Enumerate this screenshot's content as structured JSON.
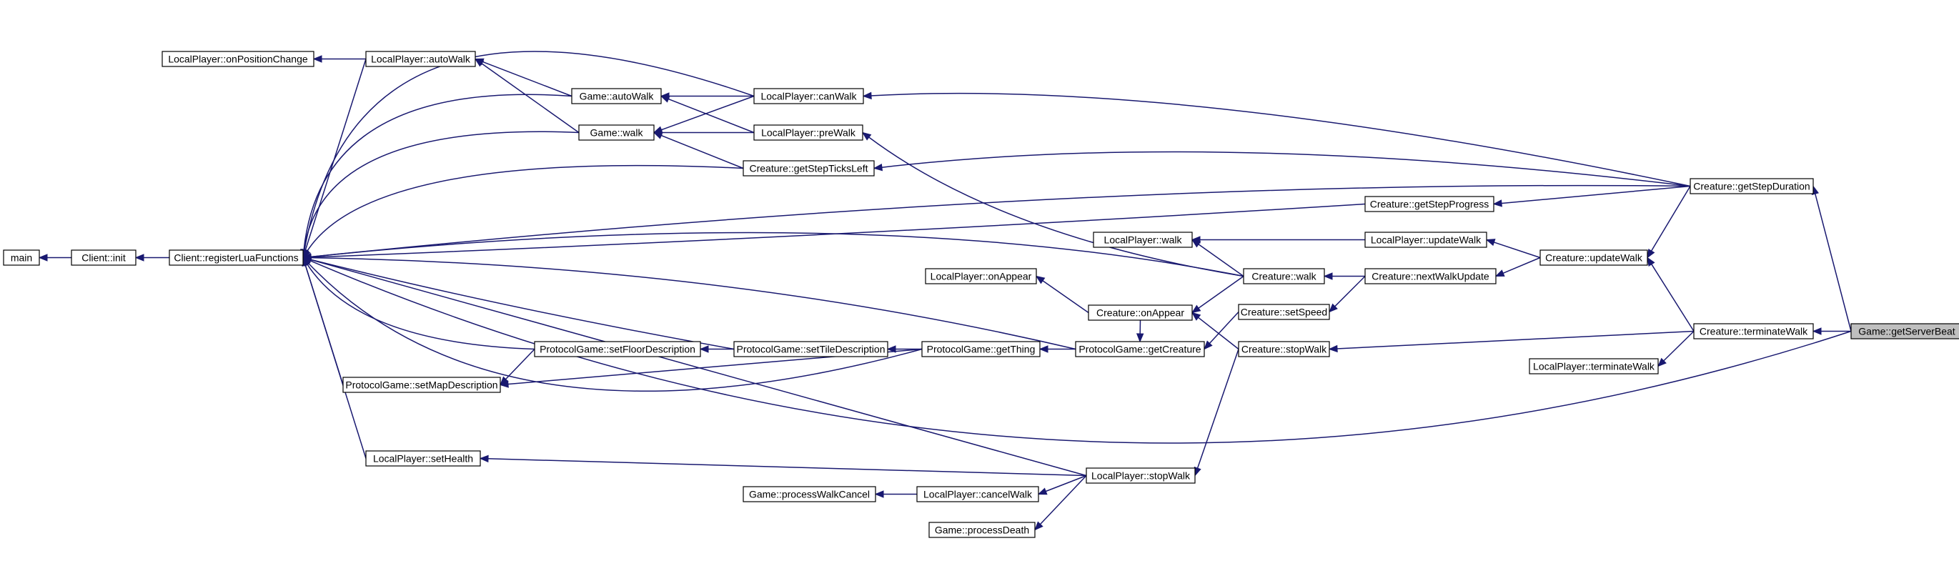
{
  "nodes": {
    "main": "main",
    "client_init": "Client::init",
    "register_lua": "Client::registerLuaFunctions",
    "on_position_change": "LocalPlayer::onPositionChange",
    "lp_auto_walk": "LocalPlayer::autoWalk",
    "game_auto_walk": "Game::autoWalk",
    "game_walk": "Game::walk",
    "lp_can_walk": "LocalPlayer::canWalk",
    "lp_pre_walk": "LocalPlayer::preWalk",
    "get_step_ticks_left": "Creature::getStepTicksLeft",
    "get_step_progress": "Creature::getStepProgress",
    "get_step_duration": "Creature::getStepDuration",
    "lp_walk": "LocalPlayer::walk",
    "lp_update_walk": "LocalPlayer::updateWalk",
    "update_walk": "Creature::updateWalk",
    "lp_on_appear": "LocalPlayer::onAppear",
    "creature_walk": "Creature::walk",
    "next_walk_update": "Creature::nextWalkUpdate",
    "on_appear": "Creature::onAppear",
    "set_speed": "Creature::setSpeed",
    "stop_walk": "Creature::stopWalk",
    "terminate_walk": "Creature::terminateWalk",
    "get_server_beat": "Game::getServerBeat",
    "lp_terminate_walk": "LocalPlayer::terminateWalk",
    "set_floor_description": "ProtocolGame::setFloorDescription",
    "set_tile_description": "ProtocolGame::setTileDescription",
    "get_thing": "ProtocolGame::getThing",
    "get_creature": "ProtocolGame::getCreature",
    "set_map_description": "ProtocolGame::setMapDescription",
    "set_health": "LocalPlayer::setHealth",
    "lp_stop_walk": "LocalPlayer::stopWalk",
    "process_walk_cancel": "Game::processWalkCancel",
    "lp_cancel_walk": "LocalPlayer::cancelWalk",
    "process_death": "Game::processDeath"
  },
  "highlighted_node": "get_server_beat",
  "colors": {
    "edge": "#191970",
    "node_border": "#000000",
    "node_fill": "#ffffff",
    "highlight_fill": "#bfbfbf"
  }
}
